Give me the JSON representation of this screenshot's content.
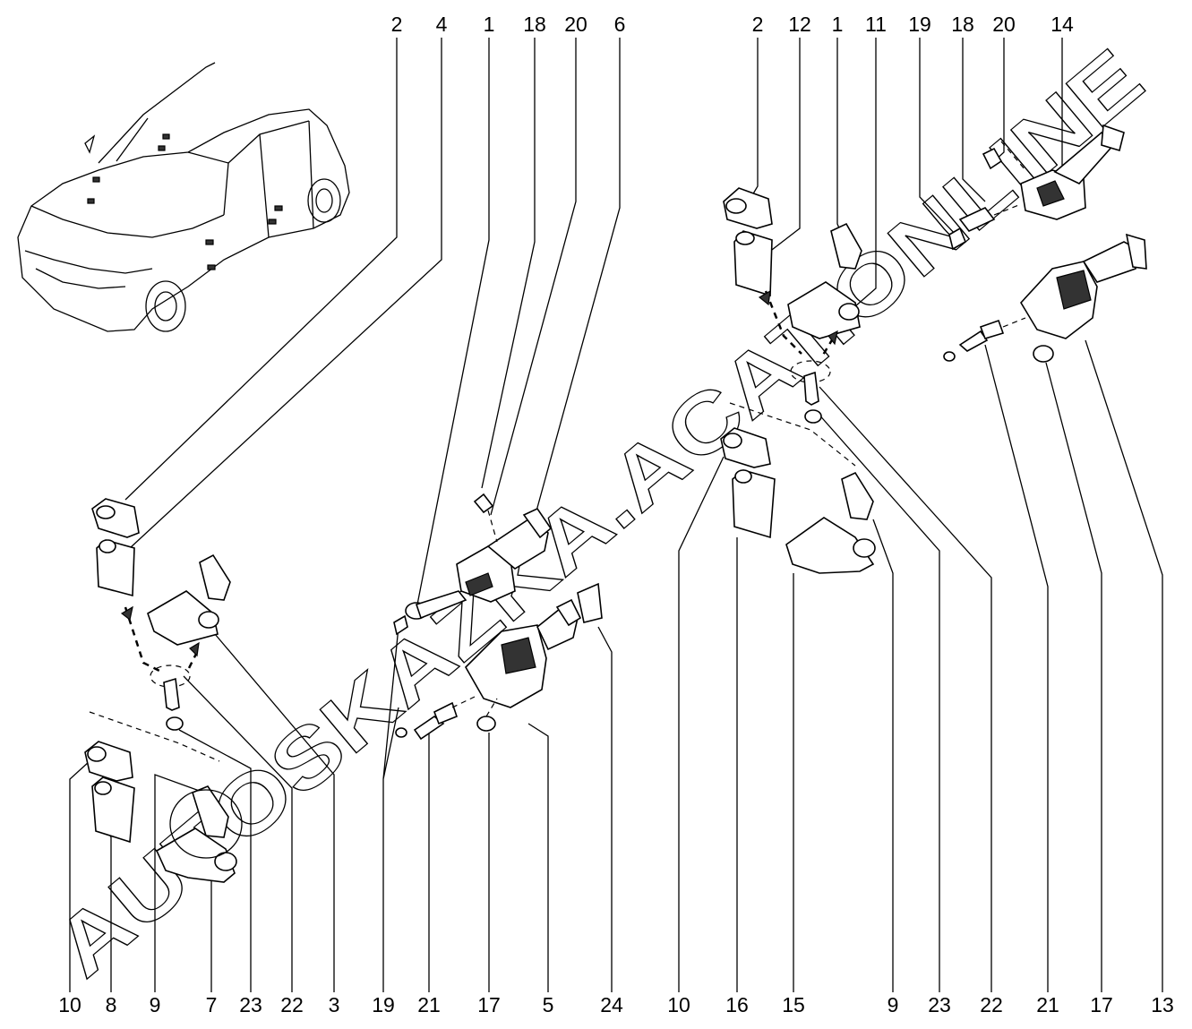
{
  "top_labels_left": [
    "2",
    "4",
    "1",
    "18",
    "20",
    "6"
  ],
  "top_labels_right": [
    "2",
    "12",
    "1",
    "11",
    "19",
    "18",
    "20",
    "14"
  ],
  "bottom_labels": [
    "10",
    "8",
    "9",
    "7",
    "23",
    "22",
    "3",
    "19",
    "21",
    "17",
    "5",
    "24",
    "10",
    "16",
    "15",
    "9",
    "23",
    "22",
    "21",
    "17",
    "13"
  ],
  "watermark": "AUTOSKAZKA.ACAT.ONLINE",
  "colors": {
    "ink": "#000000",
    "background": "#ffffff"
  }
}
